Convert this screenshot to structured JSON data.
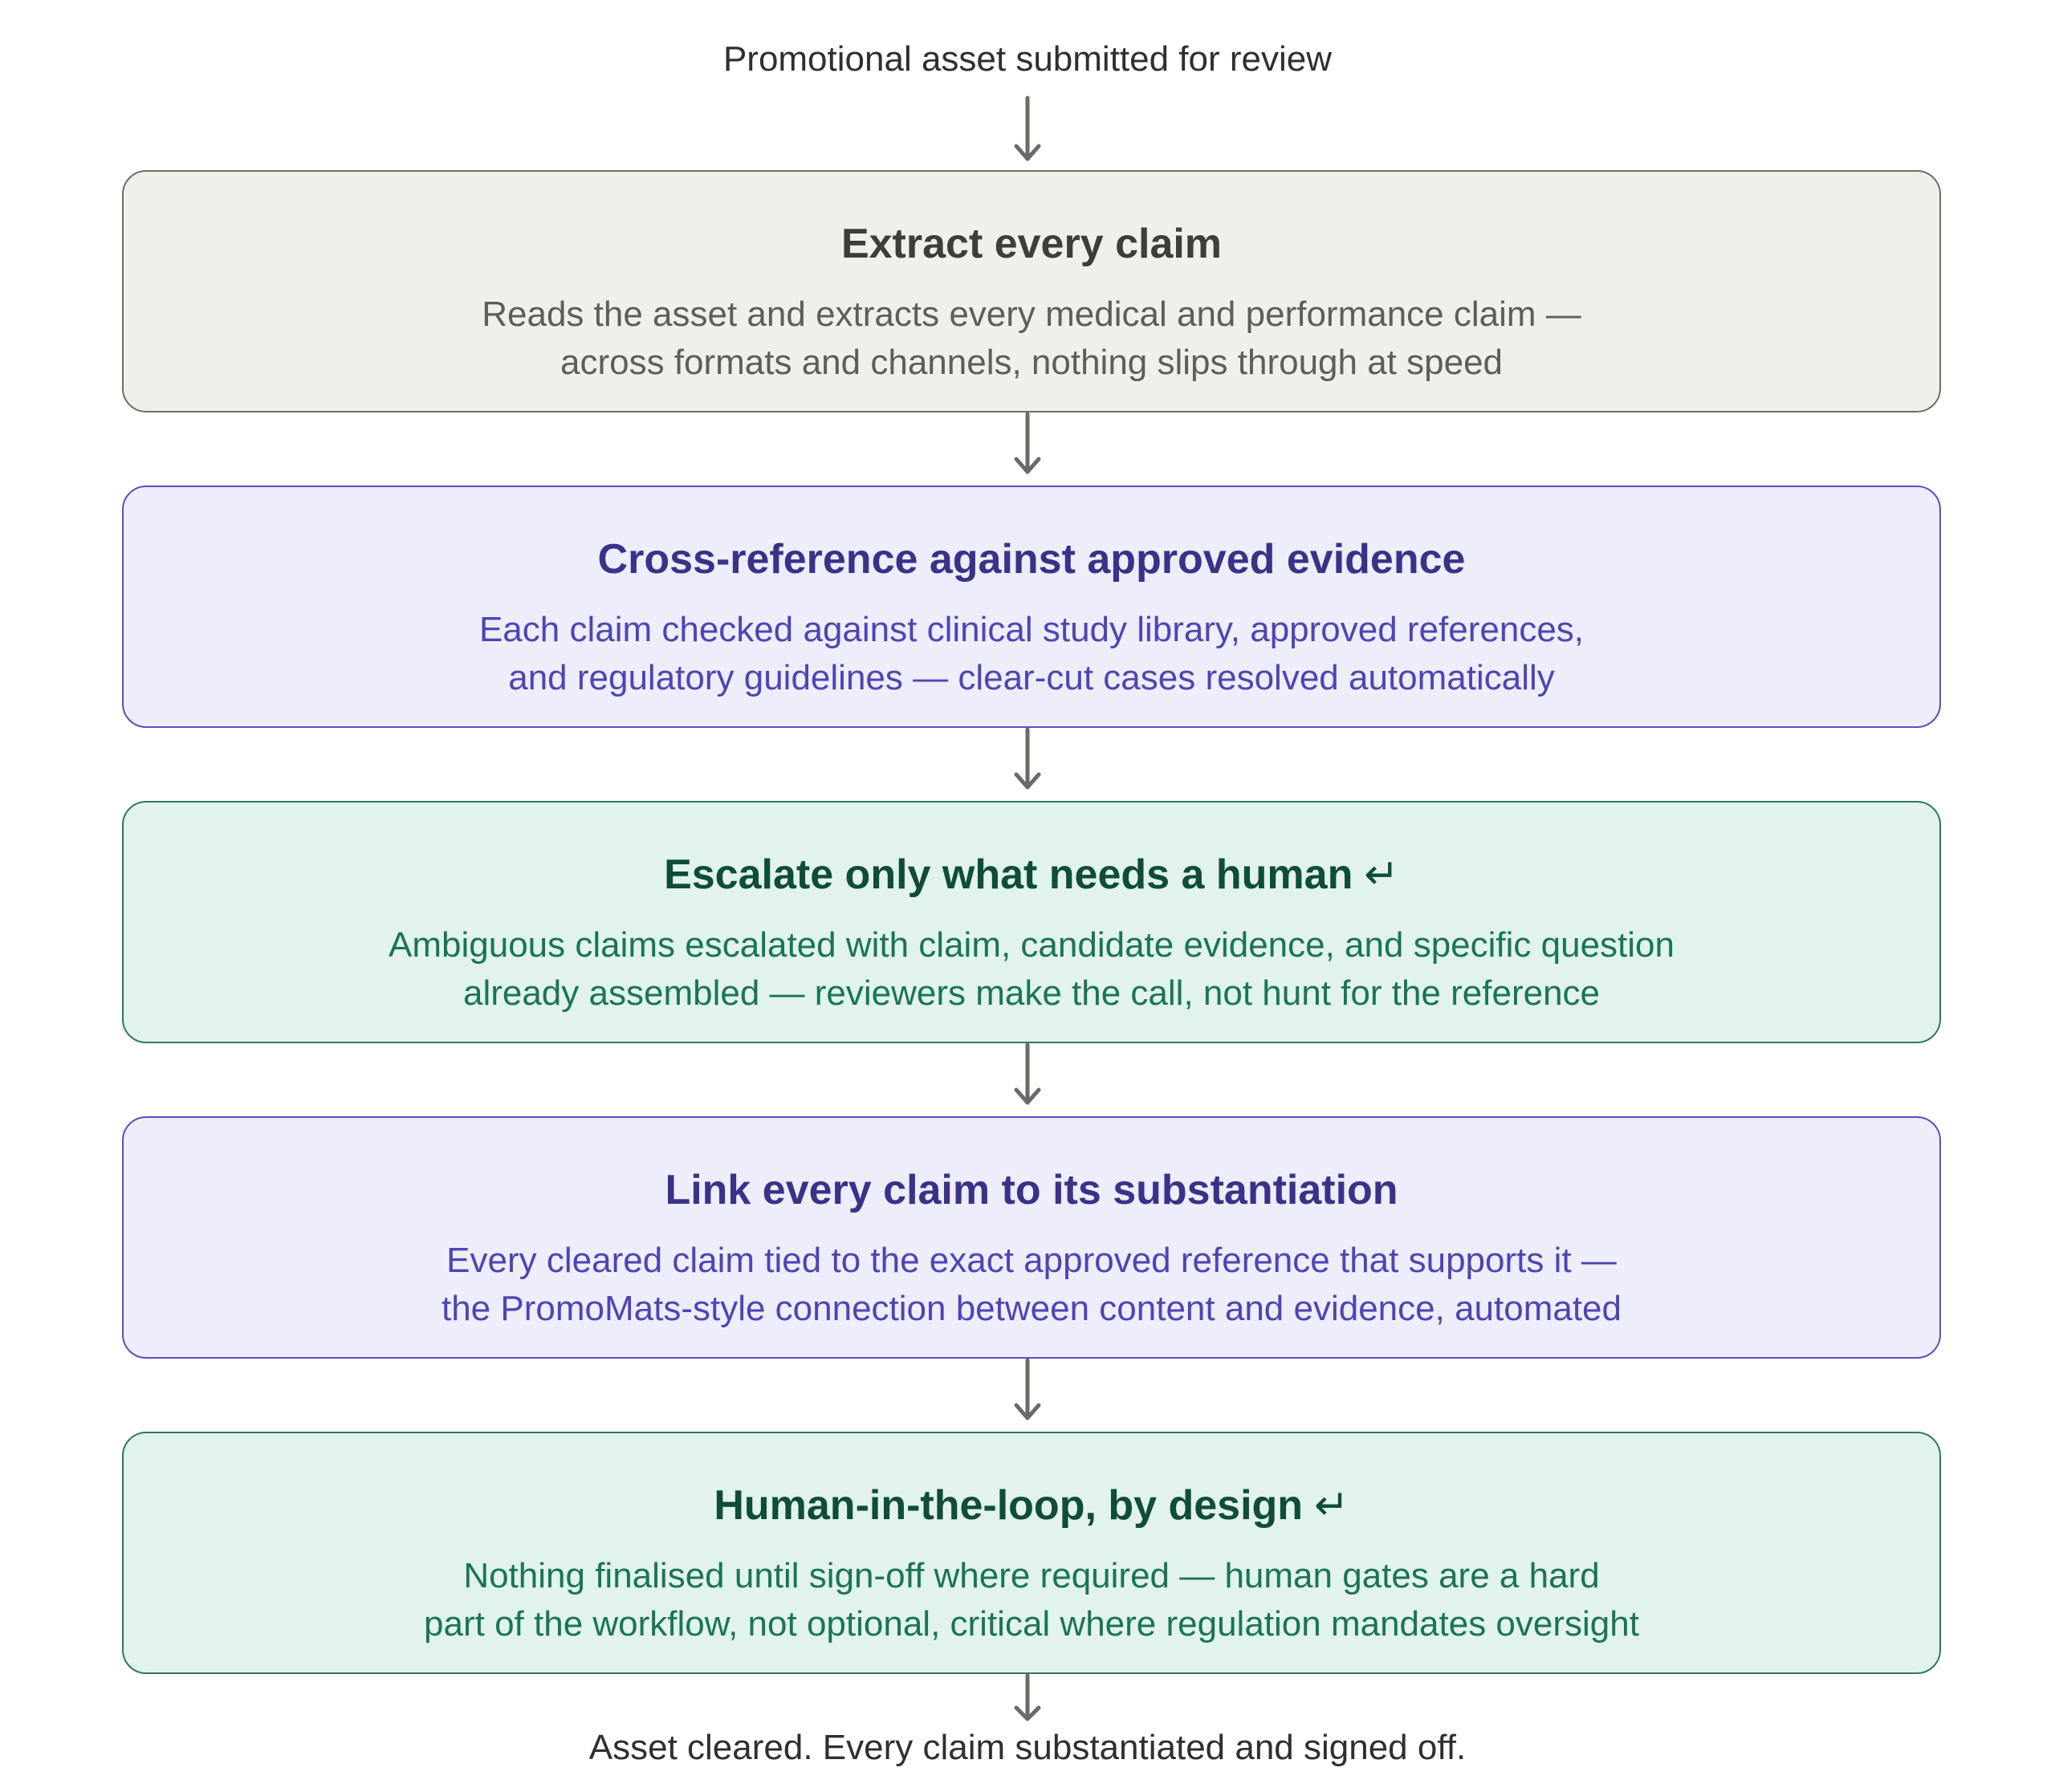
{
  "start_label": "Promotional asset submitted for review",
  "end_label": "Asset cleared. Every claim substantiated and signed off.",
  "steps": [
    {
      "title": "Extract every claim",
      "tone": "neutral",
      "loop_icon": false,
      "desc_lines": [
        "Reads the asset and extracts every medical and performance claim —",
        "across formats and channels, nothing slips through at speed"
      ]
    },
    {
      "title": "Cross-reference against approved evidence",
      "tone": "purple",
      "loop_icon": false,
      "desc_lines": [
        "Each claim checked against clinical study library, approved references,",
        "and regulatory guidelines — clear-cut cases resolved automatically"
      ]
    },
    {
      "title": "Escalate only what needs a human",
      "tone": "green",
      "loop_icon": true,
      "desc_lines": [
        "Ambiguous claims escalated with claim, candidate evidence, and specific question",
        "already assembled — reviewers make the call, not hunt for the reference"
      ]
    },
    {
      "title": "Link every claim to its substantiation",
      "tone": "purple",
      "loop_icon": false,
      "desc_lines": [
        "Every cleared claim tied to the exact approved reference that supports it —",
        "the PromoMats-style connection between content and evidence, automated"
      ]
    },
    {
      "title": "Human-in-the-loop, by design",
      "tone": "green",
      "loop_icon": true,
      "desc_lines": [
        "Nothing finalised until sign-off where required — human gates are a hard",
        "part of the workflow, not optional, critical where regulation mandates oversight"
      ]
    }
  ],
  "loop_glyph": "↵"
}
